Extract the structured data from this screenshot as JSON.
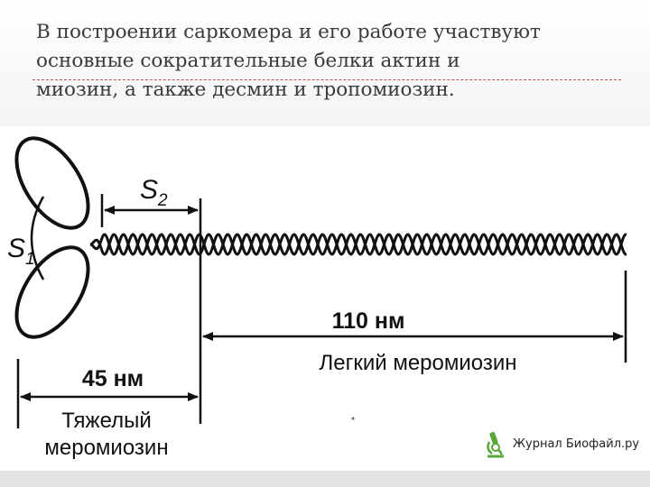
{
  "slide": {
    "title": "В построении саркомера и его работе участвуют\nосновные сократительные белки  актин и\nмиозин,  а также десмин и тропомиозин."
  },
  "diagram": {
    "label_s2": "S",
    "label_s2_sub": "2",
    "label_s1": "S",
    "label_s1_sub": "1",
    "label_110": "110 нм",
    "label_light_meromyosin": "Легкий меромиозин",
    "label_45": "45 нм",
    "label_heavy_line1": "Тяжелый",
    "label_heavy_line2": "меромиозин"
  },
  "watermark": {
    "text": "Журнал Биофайл.ру",
    "icon": "microscope-icon",
    "icon_color": "#5aa83c"
  }
}
